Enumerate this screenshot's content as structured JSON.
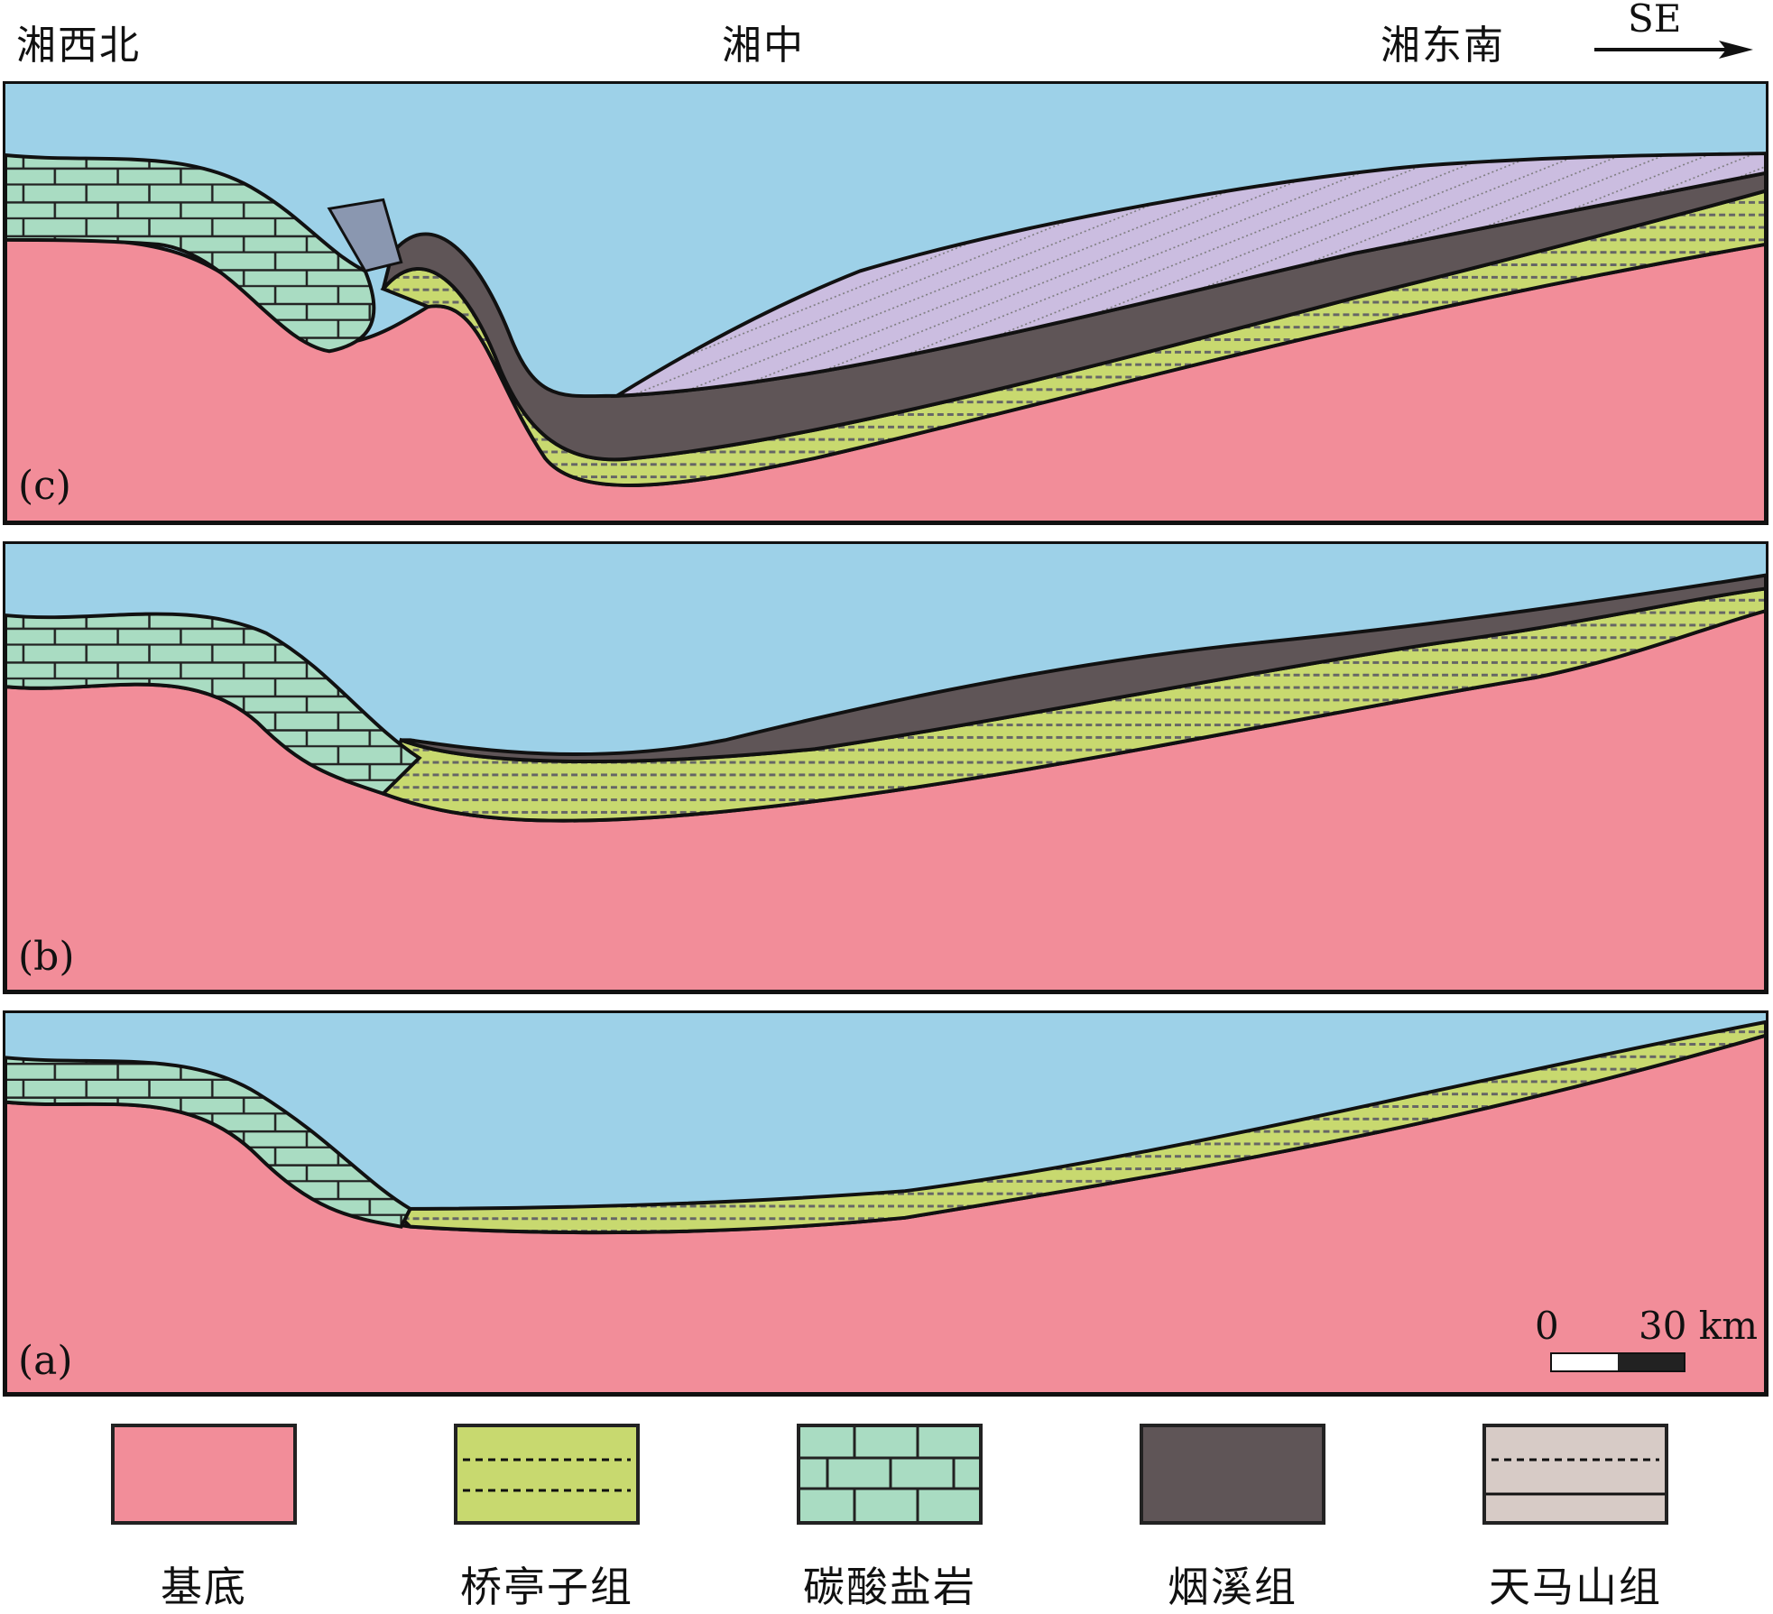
{
  "header": {
    "locations": [
      "湘西北",
      "湘中",
      "湘东南"
    ],
    "direction": "SE"
  },
  "panels": {
    "c": "(c)",
    "b": "(b)",
    "a": "(a)"
  },
  "scale": {
    "zero": "0",
    "distance": "30 km"
  },
  "legend": [
    {
      "name": "基底",
      "color": "#f28d99"
    },
    {
      "name": "桥亭子组",
      "color": "#c8d96f"
    },
    {
      "name": "碳酸盐岩",
      "color": "#a9dcc2"
    },
    {
      "name": "烟溪组",
      "color": "#5f5557"
    },
    {
      "name": "天马山组",
      "color": "#d7cbc6"
    }
  ],
  "colors": {
    "water": "#9dd1e8",
    "basement": "#f28d99",
    "qiaotingzi": "#c8d96f",
    "carbonate": "#a9dcc2",
    "yanxi": "#5f5557",
    "tianmashan": "#cbbde0"
  }
}
